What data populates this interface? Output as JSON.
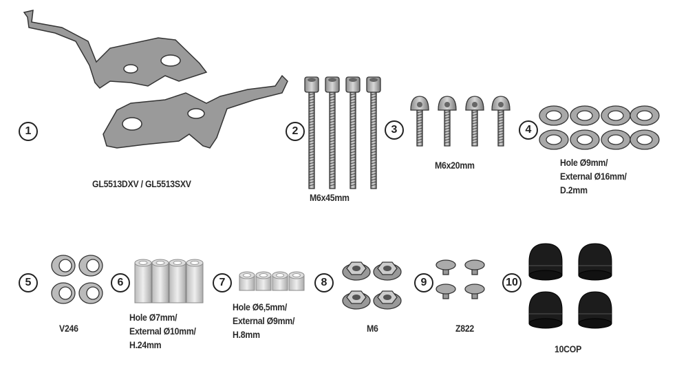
{
  "items": [
    {
      "number": "1",
      "label": "GL5513DXV / GL5513SXV"
    },
    {
      "number": "2",
      "label": "M6x45mm"
    },
    {
      "number": "3",
      "label": "M6x20mm"
    },
    {
      "number": "4",
      "lines": [
        "Hole Ø9mm/",
        "External Ø16mm/",
        "D.2mm"
      ]
    },
    {
      "number": "5",
      "label": "V246"
    },
    {
      "number": "6",
      "lines": [
        "Hole Ø7mm/",
        "External Ø10mm/",
        "H.24mm"
      ]
    },
    {
      "number": "7",
      "lines": [
        "Hole Ø6,5mm/",
        "External Ø9mm/",
        "H.8mm"
      ]
    },
    {
      "number": "8",
      "label": "M6"
    },
    {
      "number": "9",
      "label": "Z822"
    },
    {
      "number": "10",
      "label": "10COP"
    }
  ]
}
